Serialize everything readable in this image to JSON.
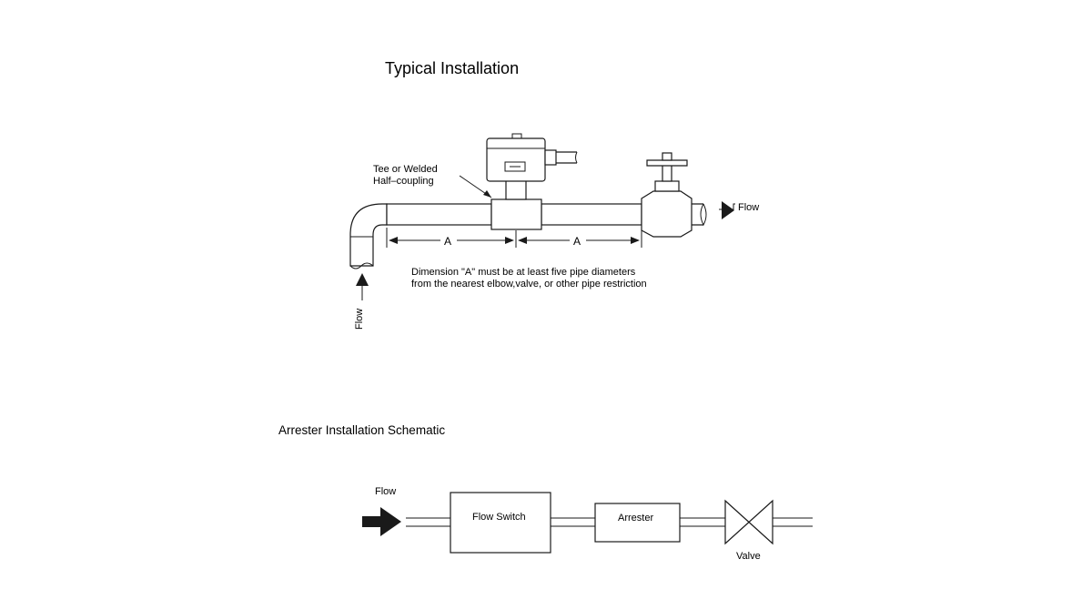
{
  "typical": {
    "title": "Typical Installation",
    "tee_label_line1": "Tee or Welded",
    "tee_label_line2": "Half–coupling",
    "dim_a_left": "A",
    "dim_a_right": "A",
    "flow_right": "Flow",
    "flow_left": "Flow",
    "note_line1": "Dimension \"A\" must be at least five pipe diameters",
    "note_line2": "from the nearest elbow,valve, or other pipe restriction"
  },
  "arrester": {
    "title": "Arrester Installation Schematic",
    "flow_label": "Flow",
    "flow_switch_label": "Flow Switch",
    "arrester_label": "Arrester",
    "valve_label": "Valve"
  }
}
